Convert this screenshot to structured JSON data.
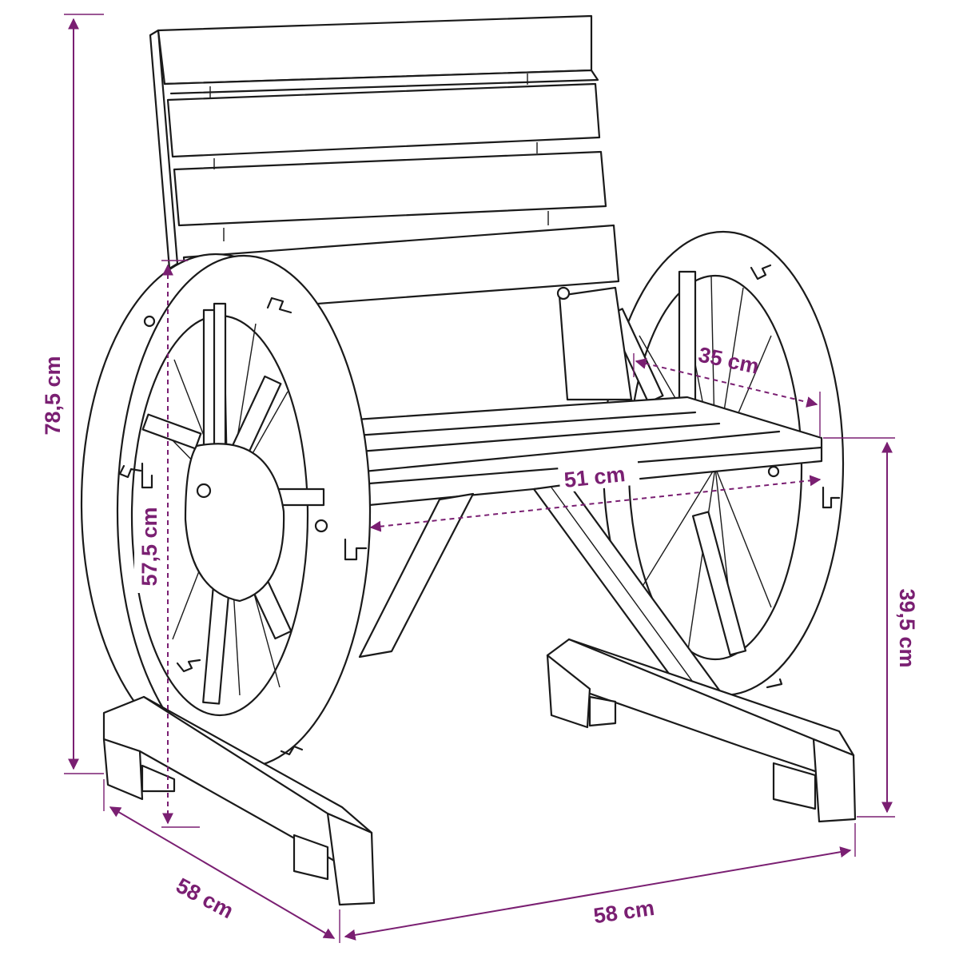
{
  "accent_color": "#7a1f72",
  "line_color": "#1a1a1a",
  "dimensions": {
    "total_height": "78,5 cm",
    "back_height": "57,5 cm",
    "seat_depth": "35 cm",
    "seat_width": "51 cm",
    "seat_height": "39,5 cm",
    "depth": "58 cm",
    "width": "58 cm"
  }
}
